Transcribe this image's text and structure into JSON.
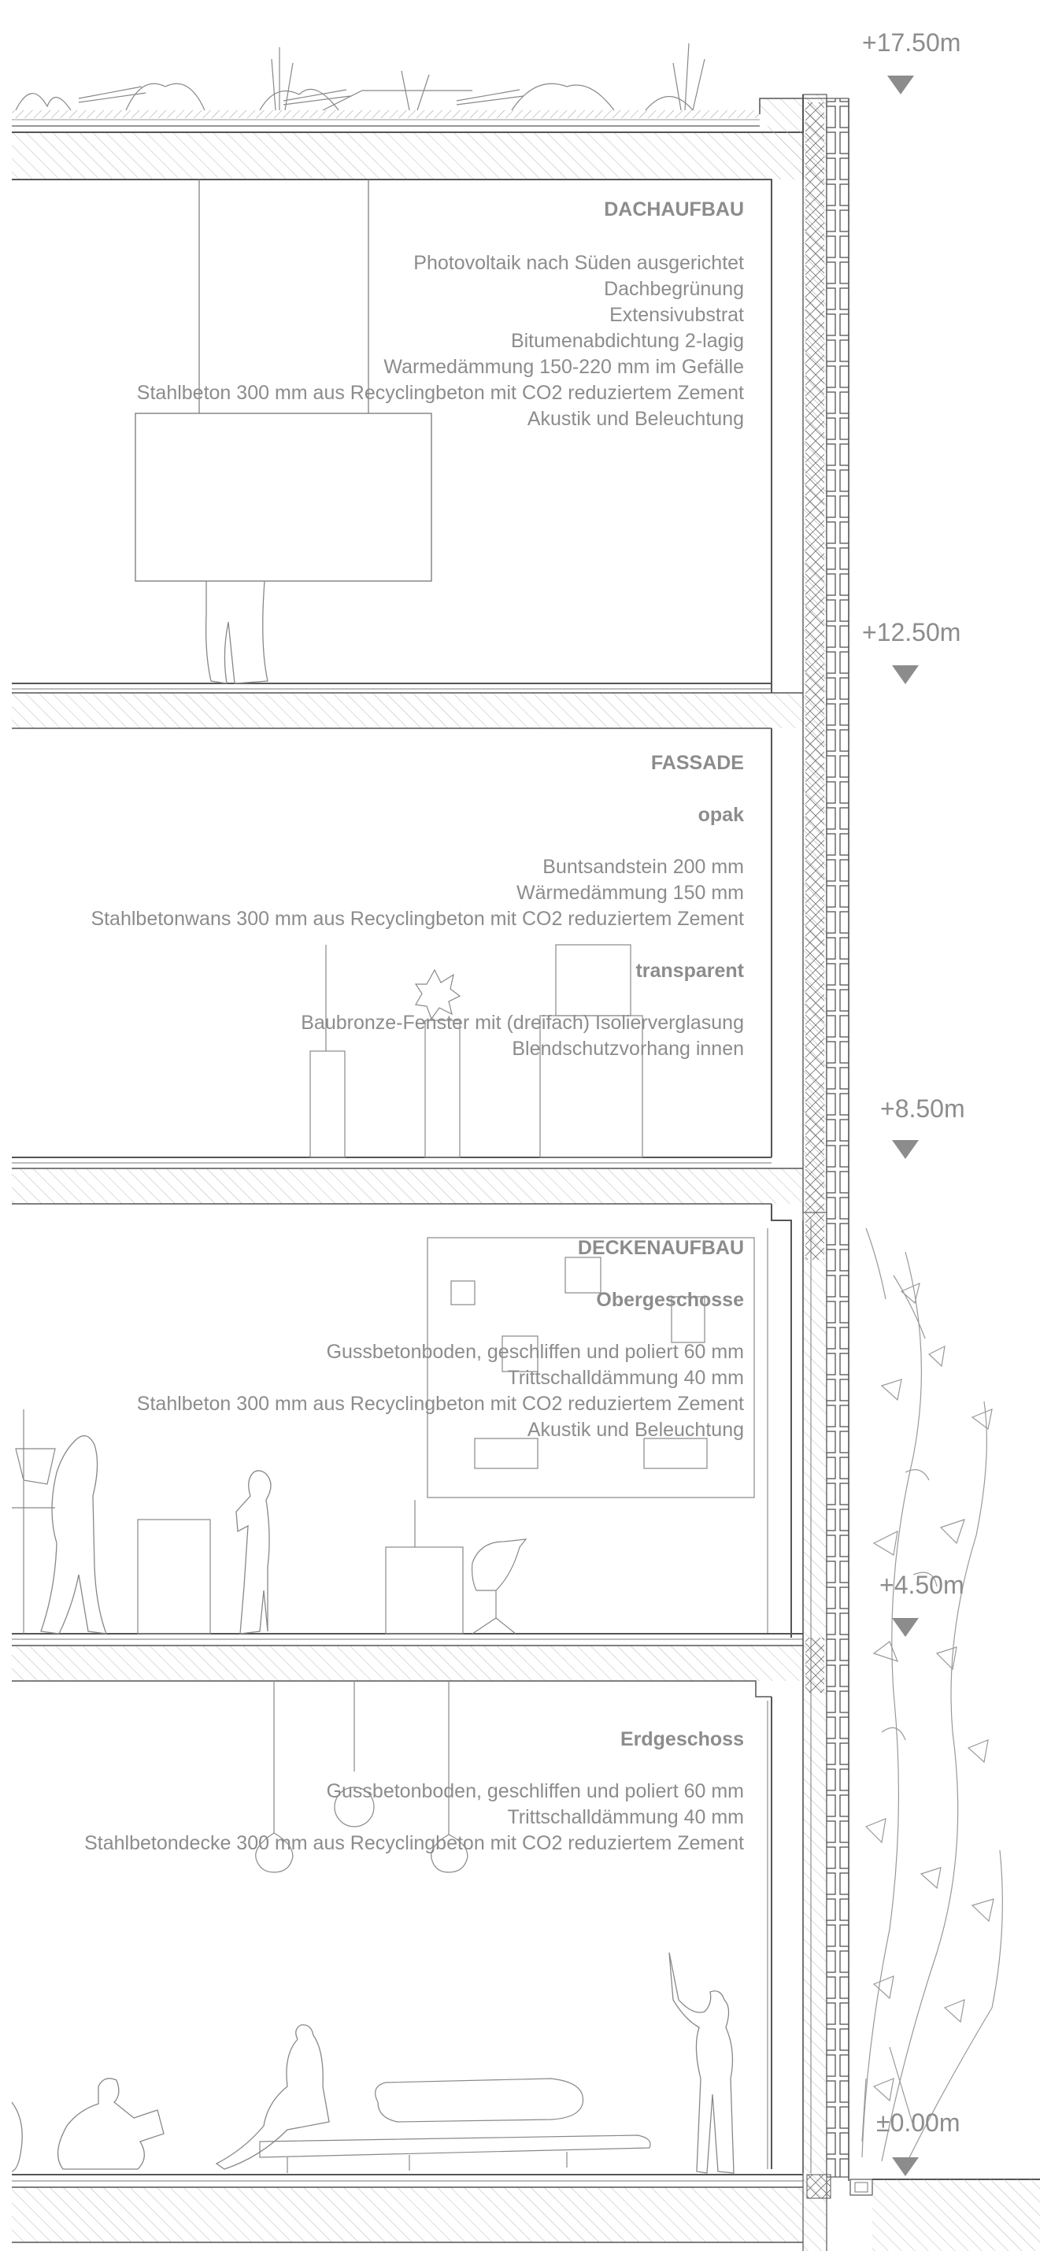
{
  "levels": [
    {
      "label": "+17.50m"
    },
    {
      "label": "+12.50m"
    },
    {
      "label": "+8.50m"
    },
    {
      "label": "+4.50m"
    },
    {
      "label": "±0.00m"
    }
  ],
  "dachaufbau": {
    "heading": "DACHAUFBAU",
    "lines": [
      "Photovoltaik nach Süden ausgerichtet",
      "Dachbegrünung",
      "Extensivubstrat",
      "Bitumenabdichtung 2-lagig",
      "Warmedämmung 150-220 mm im Gefälle",
      "Stahlbeton 300 mm aus Recyclingbeton mit CO2 reduziertem Zement",
      "Akustik und Beleuchtung"
    ]
  },
  "fassade": {
    "heading": "FASSADE",
    "opak": {
      "heading": "opak",
      "lines": [
        "Buntsandstein 200 mm",
        "Wärmedämmung 150 mm",
        "Stahlbetonwans  300 mm aus Recyclingbeton mit CO2 reduziertem Zement"
      ]
    },
    "transparent": {
      "heading": "transparent",
      "lines": [
        "Baubronze-Fenster mit (dreifach) Isolierverglasung",
        "Blendschutzvorhang innen"
      ]
    }
  },
  "deckenaufbau": {
    "heading": "DECKENAUFBAU",
    "obergeschosse": {
      "heading": "Obergeschosse",
      "lines": [
        "Gussbetonboden, geschliffen und poliert  60 mm",
        "Trittschalldämmung 40 mm",
        "Stahlbeton 300 mm aus Recyclingbeton mit CO2 reduziertem Zement",
        "Akustik und Beleuchtung"
      ]
    },
    "erdgeschoss": {
      "heading": "Erdgeschoss",
      "lines": [
        "Gussbetonboden, geschliffen und poliert  60 mm",
        "Trittschalldämmung 40 mm",
        "Stahlbetondecke 300 mm aus Recyclingbeton mit CO2 reduziertem Zement"
      ]
    }
  },
  "colors": {
    "line": "#555555",
    "text": "#8c8c8c",
    "hatch": "#b5b5b5",
    "background": "#ffffff"
  }
}
